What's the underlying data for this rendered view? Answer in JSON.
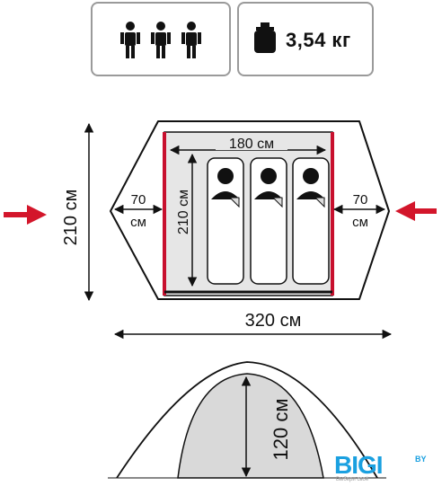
{
  "badges": {
    "capacity_icon": "three-persons-icon",
    "weight_icon": "weight-icon",
    "weight": "3,54 кг"
  },
  "floor_plan": {
    "total_length": "320 см",
    "total_width": "210 см",
    "inner_length": "180 см",
    "inner_width": "210 см",
    "vestibule_left_value": "70",
    "vestibule_left_unit": "см",
    "vestibule_right_value": "70",
    "vestibule_right_unit": "см",
    "sleeping_places": 3
  },
  "side_view": {
    "height": "120 см"
  },
  "logo": {
    "text": "BIGI",
    "suffix": "BY",
    "tagline": "Выбери своё"
  },
  "colors": {
    "inner_border": "#c8102e",
    "entrance_arrow": "#d3162b",
    "inner_fill": "#e6e6e6",
    "dome_fill": "#d9d9d9",
    "logo": "#1aa0e0"
  }
}
